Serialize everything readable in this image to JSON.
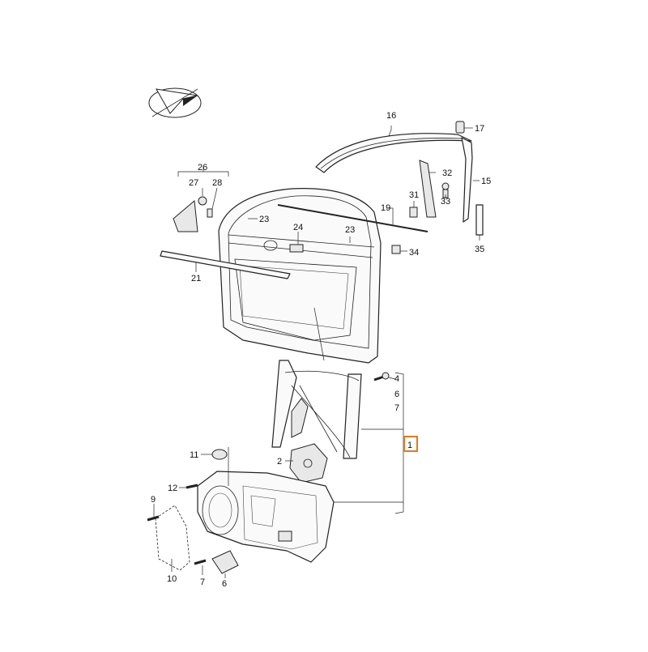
{
  "diagram": {
    "highlighted_callout": "1",
    "highlight_color": "#e87722",
    "line_color": "#222222",
    "callouts": {
      "c1": "1",
      "c2": "2",
      "c4": "4",
      "c6a": "6",
      "c7a": "7",
      "c6b": "6",
      "c7b": "7",
      "c9": "9",
      "c10": "10",
      "c11": "11",
      "c12": "12",
      "c15": "15",
      "c16": "16",
      "c17": "17",
      "c19": "19",
      "c21": "21",
      "c23a": "23",
      "c23b": "23",
      "c24": "24",
      "c26": "26",
      "c27": "27",
      "c28": "28",
      "c31": "31",
      "c32": "32",
      "c33": "33",
      "c34": "34",
      "c35": "35"
    }
  }
}
